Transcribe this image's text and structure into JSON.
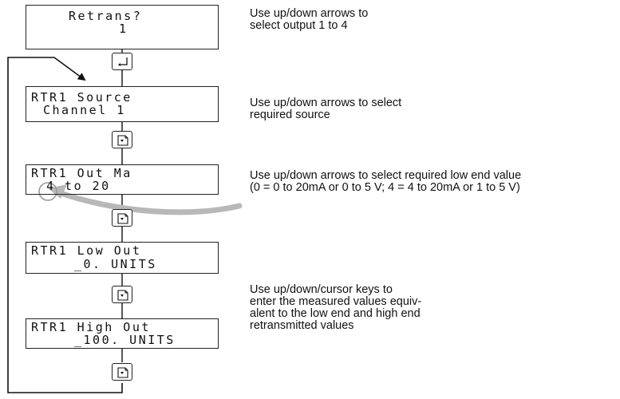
{
  "screens": [
    {
      "line1": "Retrans?",
      "line2": "1"
    },
    {
      "line1": "RTR1 Source",
      "line2": "Channel 1"
    },
    {
      "line1": "RTR1 Out Ma",
      "line2": "4 to 20"
    },
    {
      "line1": "RTR1 Low Out",
      "line2": "_0. UNITS"
    },
    {
      "line1": "RTR1 High Out",
      "line2": "_100. UNITS"
    }
  ],
  "keys": [
    "enter-key",
    "page-key",
    "page-key",
    "page-key",
    "page-key"
  ],
  "notes": [
    [
      "Use up/down arrows to",
      "select output 1 to 4"
    ],
    [
      "Use up/down arrows to select",
      "required source"
    ],
    [
      "Use up/down arrows to select required low end value",
      "(0 = 0 to 20mA or 0 to 5 V;  4 = 4 to 20mA or 1 to 5 V)"
    ],
    [
      "Use up/down/cursor keys to",
      "enter the measured values equiv-",
      "alent to the low end and high end",
      "retransmitted values"
    ]
  ]
}
